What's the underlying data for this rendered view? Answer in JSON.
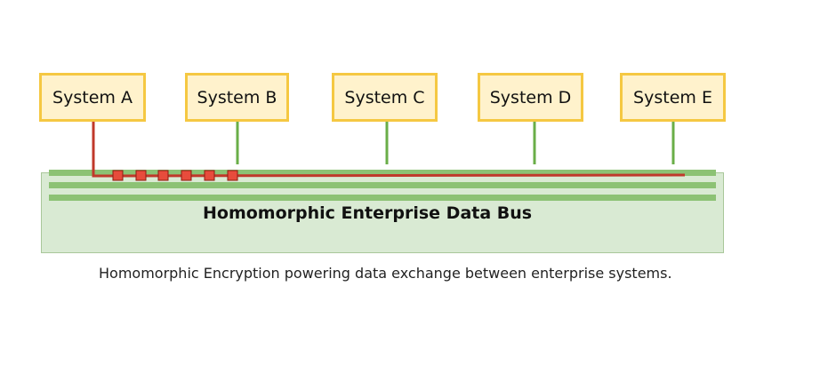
{
  "systems": [
    {
      "label": "System A"
    },
    {
      "label": "System B"
    },
    {
      "label": "System C"
    },
    {
      "label": "System D"
    },
    {
      "label": "System E"
    }
  ],
  "bus": {
    "title": "Homomorphic Enterprise Data Bus"
  },
  "caption": "Homomorphic Encryption powering data exchange between enterprise systems.",
  "colors": {
    "box_fill": "#fff2cc",
    "box_border": "#f5c842",
    "bus_fill": "#d9ead3",
    "bus_line": "#8cc274",
    "connector_green": "#6aae48",
    "path_red": "#c0392b",
    "packet_fill": "#e74c3c"
  },
  "encrypted_packets": 6
}
